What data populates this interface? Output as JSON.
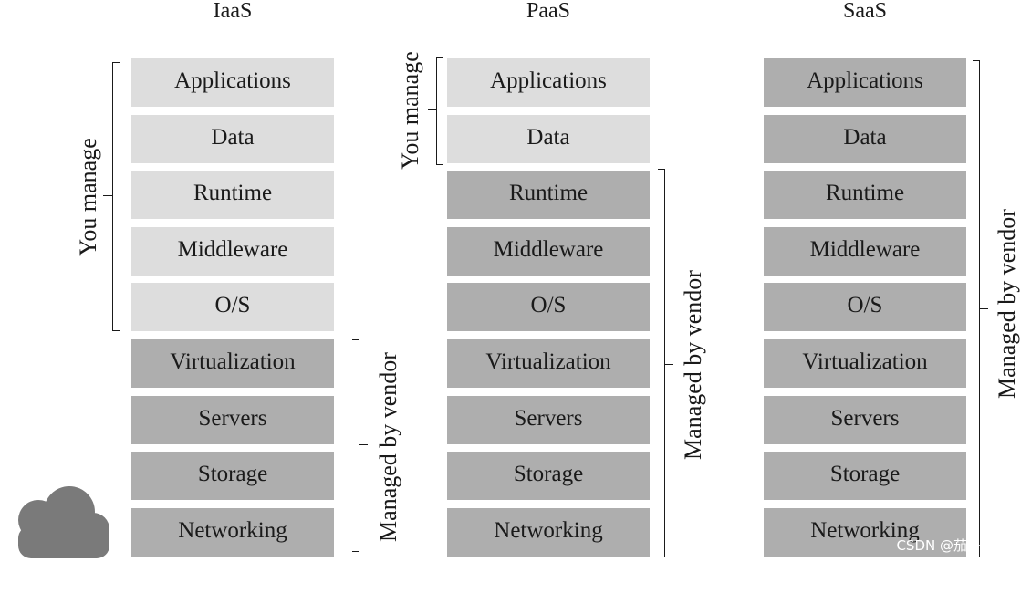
{
  "columns": [
    {
      "title": "IaaS",
      "layers": [
        "Applications",
        "Data",
        "Runtime",
        "Middleware",
        "O/S",
        "Virtualization",
        "Servers",
        "Storage",
        "Networking"
      ],
      "you_manage_label": "You manage",
      "vendor_label": "Managed by vendor"
    },
    {
      "title": "PaaS",
      "layers": [
        "Applications",
        "Data",
        "Runtime",
        "Middleware",
        "O/S",
        "Virtualization",
        "Servers",
        "Storage",
        "Networking"
      ],
      "you_manage_label": "You manage",
      "vendor_label": "Managed by vendor"
    },
    {
      "title": "SaaS",
      "layers": [
        "Applications",
        "Data",
        "Runtime",
        "Middleware",
        "O/S",
        "Virtualization",
        "Servers",
        "Storage",
        "Networking"
      ],
      "vendor_label": "Managed by vendor"
    }
  ],
  "watermark": "CSDN @茄子办酱",
  "icons": {
    "cloud": "cloud-icon"
  },
  "colors": {
    "user_managed": "#dddddd",
    "vendor_managed": "#aeaeae",
    "cloud": "#7a7a7a"
  }
}
